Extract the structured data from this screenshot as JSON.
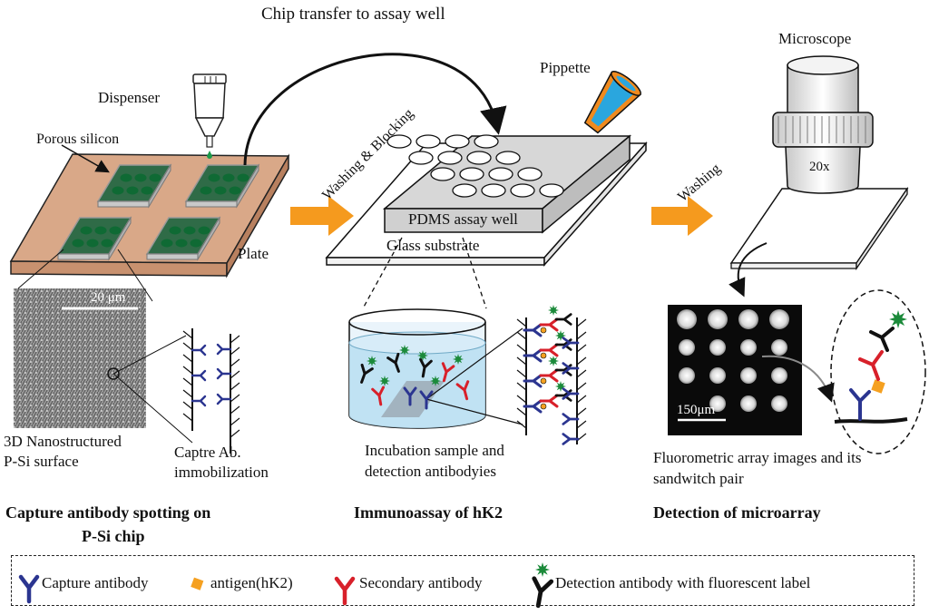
{
  "colors": {
    "plate": "#d9a888",
    "chip": "#2f6b47",
    "spot": "#0f6a34",
    "arrow_orange": "#f59a1e",
    "capture_ab": "#2b3590",
    "antigen": "#f5a020",
    "secondary_ab": "#d8202a",
    "detection_ab": "#111111",
    "fluor": "#1b8a3a",
    "pipette_blue": "#2aa6de",
    "pipette_orange": "#f08a1e"
  },
  "labels": {
    "chip_transfer": "Chip transfer to assay well",
    "dispenser": "Dispenser",
    "porous_silicon": "Porous silicon",
    "plate": "Plate",
    "scale_20um": "20 μm",
    "nano_surface_1": "3D Nanostructured",
    "nano_surface_2": "P-Si surface",
    "captre_1": "Captre Ab.",
    "captre_2": "immobilization",
    "step1_title_1": "Capture antibody spotting on",
    "step1_title_2": "P-Si chip",
    "washing_blocking": "Washing & Blocking",
    "pippette": "Pippette",
    "pdms_well": "PDMS assay well",
    "glass_substrate": "Glass substrate",
    "incubation_1": "Incubation sample and",
    "incubation_2": "detection antibodyies",
    "step2_title": "Immunoassay of hK2",
    "washing": "Washing",
    "microscope": "Microscope",
    "objective": "20x",
    "scale_150um": "150μm",
    "fluoro_1": "Fluorometric array images and its",
    "fluoro_2": "sandwitch pair",
    "step3_title": "Detection of microarray"
  },
  "legend": {
    "capture": "Capture antibody",
    "antigen": "antigen(hK2)",
    "secondary": "Secondary antibody",
    "detection": "Detection antibody with fluorescent label"
  }
}
